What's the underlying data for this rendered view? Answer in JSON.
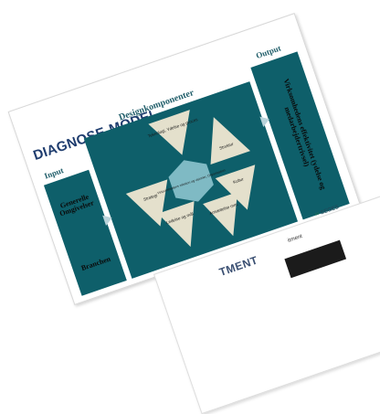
{
  "slide": {
    "title": "DIAGNOSE-MODEL",
    "design_heading": "Designkomponenter",
    "output_heading": "Output",
    "input_heading": "Input",
    "input_items": [
      "Generelle Omgivelser",
      "Branchen"
    ],
    "output_text": "Virksomhedens effektivitet (ydelse og medarbejdertrivsel)",
    "components": [
      "Teknologi, Ydelse og proces",
      "Struktur",
      "Strategi",
      "Kultur",
      "Ledelse og mål",
      "Ansættelse mm."
    ],
    "center_text": "Virksomhedens mission og visioner, Organisation",
    "logo_text": "SEGES"
  },
  "slide2": {
    "title": "TMENT",
    "subtitle": "itment"
  },
  "colors": {
    "panel": "#0e5f6a",
    "triangle": "#e4e0cc",
    "hexagon": "#7fbac4",
    "title": "#1e3c6e"
  }
}
